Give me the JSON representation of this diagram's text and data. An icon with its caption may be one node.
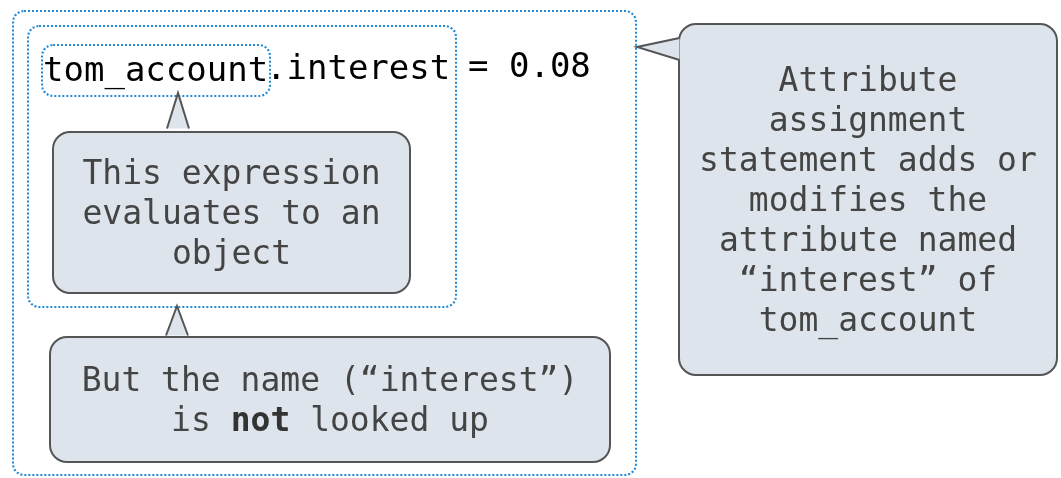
{
  "diagram": {
    "nodes": [
      {
        "text": [
          "= 0.08"
        ]
      },
      {
        "text": [
          ".interest"
        ],
        "in": 0
      },
      {
        "text": [
          "tom_account"
        ],
        "in": 1
      },
      {
        "text": [
          "This expression evaluates to an object"
        ],
        "in": 1
      },
      {
        "text": [
          "But the name (“interest”) is **not** looked up"
        ],
        "in": 0
      },
      {
        "text": [
          "Attribute assignment statement adds or modifies the attribute named “interest” of tom_account"
        ]
      }
    ],
    "edges": [
      {
        "from": 3,
        "to": 2,
        "arrow": "to"
      },
      {
        "from": 4,
        "to": 1,
        "arrow": "to"
      },
      {
        "from": 5,
        "to": 0,
        "arrow": "to"
      }
    ]
  }
}
